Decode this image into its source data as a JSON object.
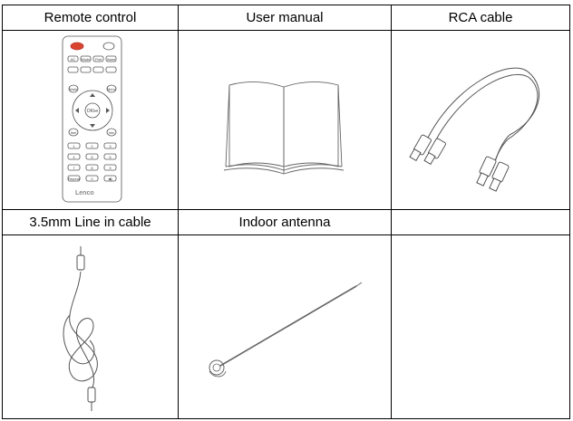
{
  "accessories": [
    {
      "label": "Remote control",
      "icon": "remote-control-icon",
      "brand": "Lenco"
    },
    {
      "label": "User manual",
      "icon": "user-manual-icon"
    },
    {
      "label": "RCA cable",
      "icon": "rca-cable-icon"
    },
    {
      "label": "3.5mm Line in cable",
      "icon": "line-in-cable-icon"
    },
    {
      "label": "Indoor antenna",
      "icon": "indoor-antenna-icon"
    },
    {
      "label": "",
      "icon": ""
    }
  ],
  "remote": {
    "row1": [
      "AC",
      "Mode",
      "Prst",
      "Ilowe"
    ],
    "center_label": "OK/⏯",
    "side_left": "Mute",
    "side_right": "Menu",
    "row_bottom": [
      "Ibet",
      "",
      "Info"
    ],
    "keypad": [
      "1",
      "2",
      "3",
      "4",
      "5",
      "6",
      "7",
      "8",
      "9",
      "Repeat",
      "0",
      "◀)"
    ]
  }
}
